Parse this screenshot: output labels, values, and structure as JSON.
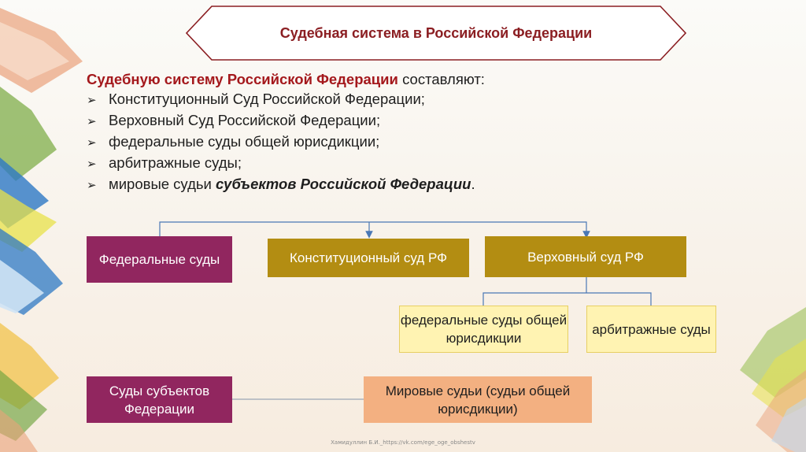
{
  "banner": {
    "title": "Судебная система в Российской Федерации"
  },
  "intro": {
    "lead_highlight": "Судебную систему Российской Федерации",
    "lead_rest": " составляют:",
    "items": [
      {
        "text": "Конституционный Суд Российской Федерации;"
      },
      {
        "text": "Верховный Суд Российской Федерации;"
      },
      {
        "text": "федеральные суды общей юрисдикции;"
      },
      {
        "text": "арбитражные суды;"
      },
      {
        "text": "мировые судьи ",
        "emphasis": "субъектов Российской Федерации",
        "tail": "."
      }
    ]
  },
  "diagram": {
    "federal_courts": "Федеральные суды",
    "constitutional_court": "Конституционный суд РФ",
    "supreme_court": "Верховный суд РФ",
    "general_courts": "федеральные суды общей юрисдикции",
    "arbitration_courts": "арбитражные суды",
    "subject_courts": "Суды субъектов Федерации",
    "magistrates": "Мировые судьи (судьи общей юрисдикции)"
  },
  "footer": {
    "credit": "Хамидуллин Б.И._https://vk.com/ege_oge_obshestv"
  },
  "colors": {
    "title": "#8b1e22",
    "purple": "#91265f",
    "olive": "#b38d12",
    "yellow": "#fff3b2",
    "peach": "#f3b081",
    "connector": "#4a78b5"
  }
}
